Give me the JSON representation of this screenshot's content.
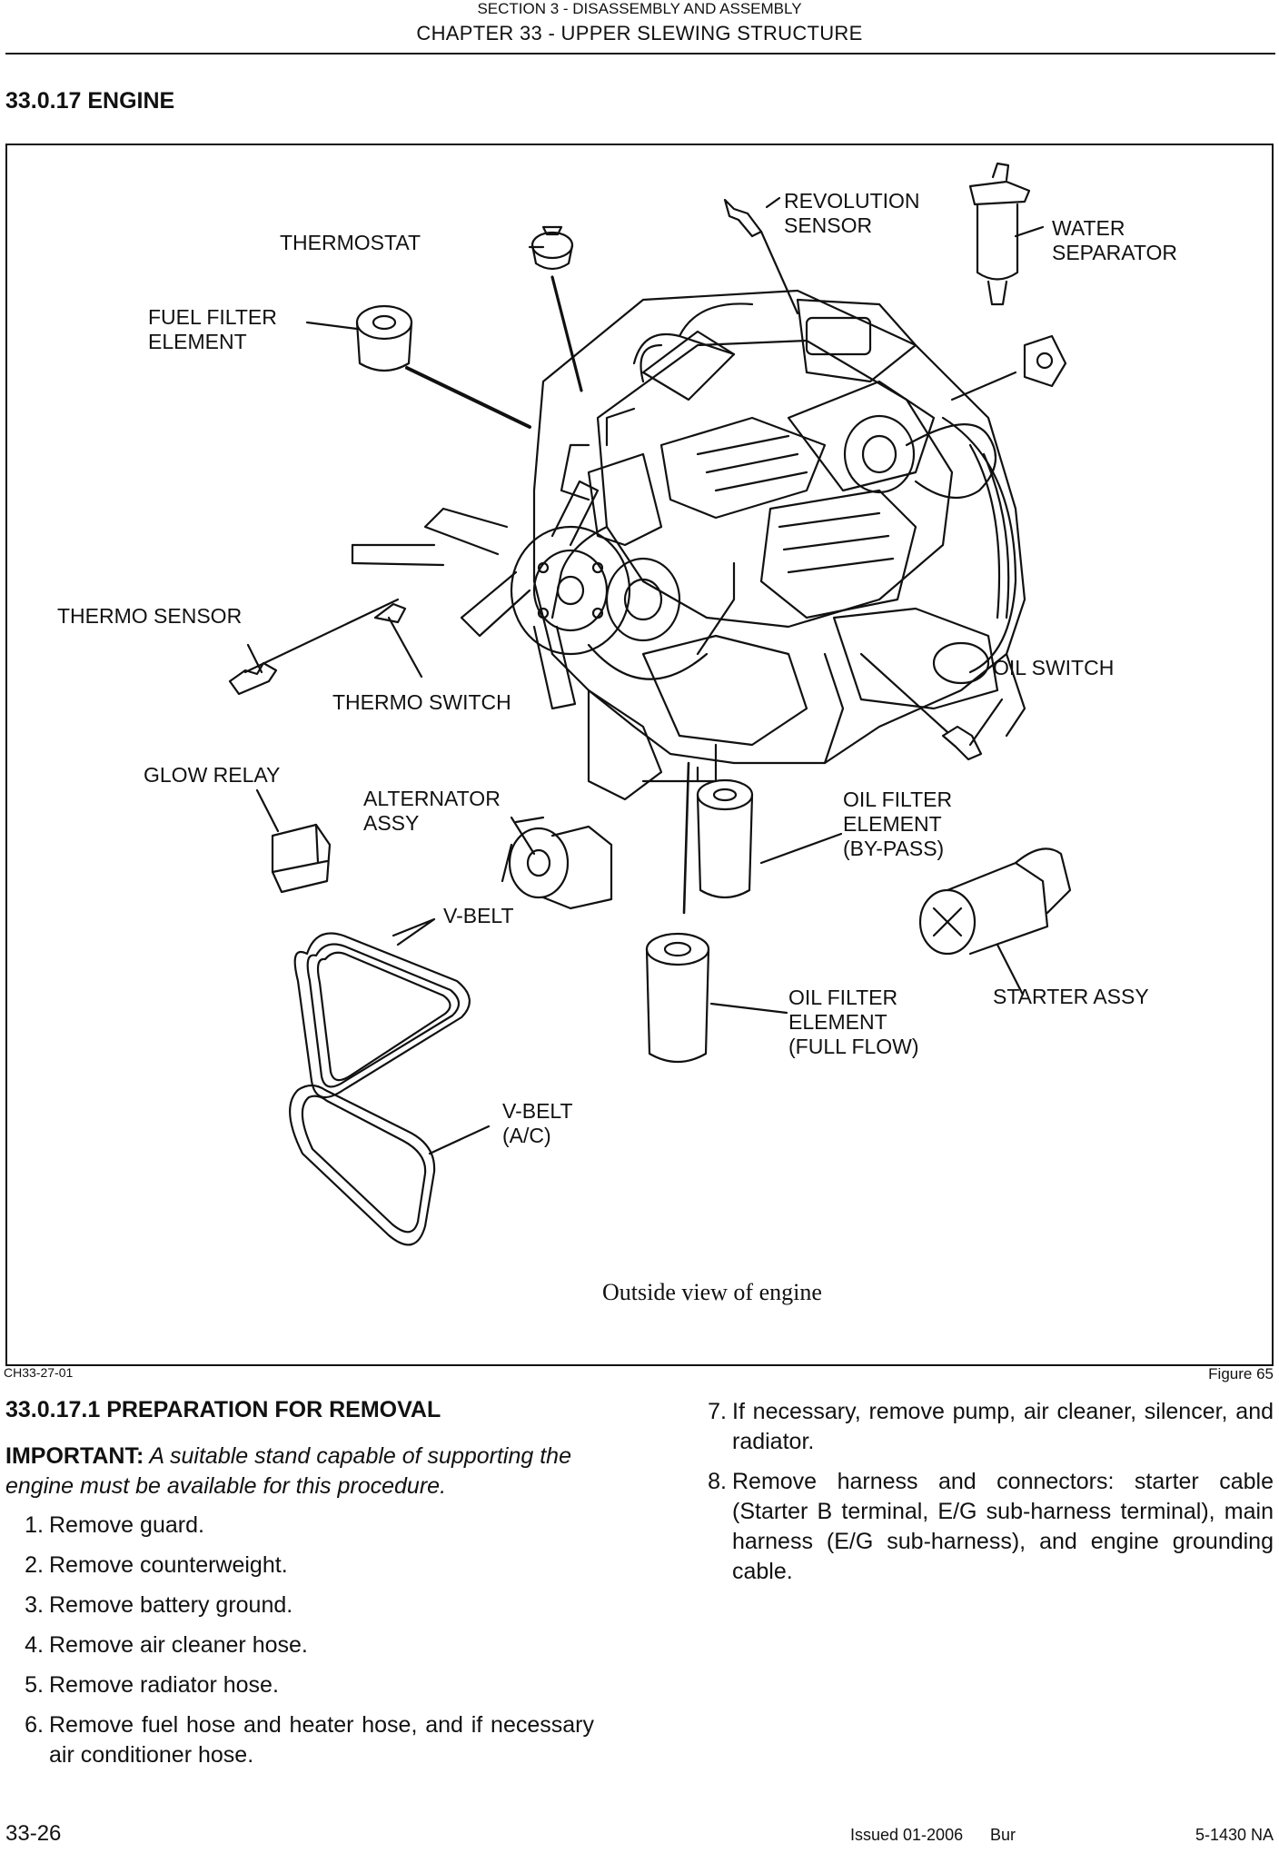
{
  "header": {
    "section": "SECTION 3 - DISASSEMBLY AND ASSEMBLY",
    "chapter": "CHAPTER 33 - UPPER SLEWING STRUCTURE"
  },
  "section_title": "33.0.17 ENGINE",
  "figure": {
    "labels": {
      "revolution_sensor": "REVOLUTION\nSENSOR",
      "thermostat": "THERMOSTAT",
      "water_separator": "WATER\nSEPARATOR",
      "fuel_filter_element": "FUEL FILTER\nELEMENT",
      "thermo_sensor": "THERMO SENSOR",
      "oil_switch": "OIL SWITCH",
      "thermo_switch": "THERMO SWITCH",
      "glow_relay": "GLOW RELAY",
      "alternator_assy": "ALTERNATOR\nASSY",
      "oil_filter_bypass": "OIL FILTER\nELEMENT\n(BY-PASS)",
      "v_belt": "V-BELT",
      "oil_filter_full_flow": "OIL FILTER\nELEMENT\n(FULL FLOW)",
      "starter_assy": "STARTER ASSY",
      "v_belt_ac": "V-BELT\n(A/C)"
    },
    "caption": "Outside view of engine",
    "ref_left": "CH33-27-01",
    "ref_right": "Figure 65"
  },
  "subsection_title": "33.0.17.1 PREPARATION FOR REMOVAL",
  "important": {
    "label": "IMPORTANT:",
    "text": " A suitable stand capable of supporting the engine must be available for this procedure."
  },
  "steps": [
    {
      "num": "1.",
      "text": "Remove guard."
    },
    {
      "num": "2.",
      "text": "Remove counterweight."
    },
    {
      "num": "3.",
      "text": "Remove battery ground."
    },
    {
      "num": "4.",
      "text": "Remove air cleaner hose."
    },
    {
      "num": "5.",
      "text": "Remove radiator hose."
    },
    {
      "num": "6.",
      "text": "Remove fuel hose and heater hose, and if necessary air conditioner hose."
    },
    {
      "num": "7.",
      "text": "If necessary, remove pump, air cleaner, silencer, and radiator."
    },
    {
      "num": "8.",
      "text": "Remove harness and connectors: starter cable (Starter B terminal, E/G sub-harness terminal), main harness (E/G sub-harness), and engine grounding cable."
    }
  ],
  "footer": {
    "page": "33-26",
    "issued": "Issued 01-2006",
    "lang": "Bur",
    "doc": "5-1430 NA"
  }
}
